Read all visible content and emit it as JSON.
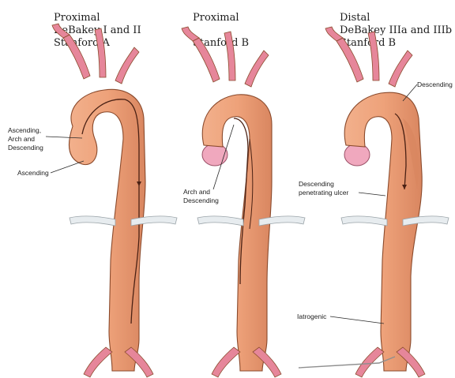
{
  "panels": [
    {
      "title_line1": "Proximal",
      "title_line2": "DeBakey I and II",
      "title_line3": "Stanford A",
      "labels": {
        "ascending_arch_desc_1": "Ascending,",
        "ascending_arch_desc_2": "Arch and",
        "ascending_arch_desc_3": "Descending",
        "ascending": "Ascending"
      }
    },
    {
      "title_line1": "Proximal",
      "title_line2": "",
      "title_line3": "Stanford B",
      "labels": {
        "arch_desc_1": "Arch and",
        "arch_desc_2": "Descending"
      }
    },
    {
      "title_line1": "Distal",
      "title_line2": "DeBakey IIIa and IIIb",
      "title_line3": "Stanford B",
      "labels": {
        "descending": "Descending",
        "pau_1": "Descending",
        "pau_2": "penetrating ulcer",
        "iatrogenic": "Iatrogenic"
      }
    }
  ],
  "colors": {
    "aorta_fill": "#eea27a",
    "aorta_shade": "#d98660",
    "aorta_outline": "#8a4a2c",
    "branch_fill": "#e6869a",
    "heart_fill": "#f0a8be",
    "renal_fill": "#e7ecef",
    "tear_stroke": "#4a2114"
  }
}
